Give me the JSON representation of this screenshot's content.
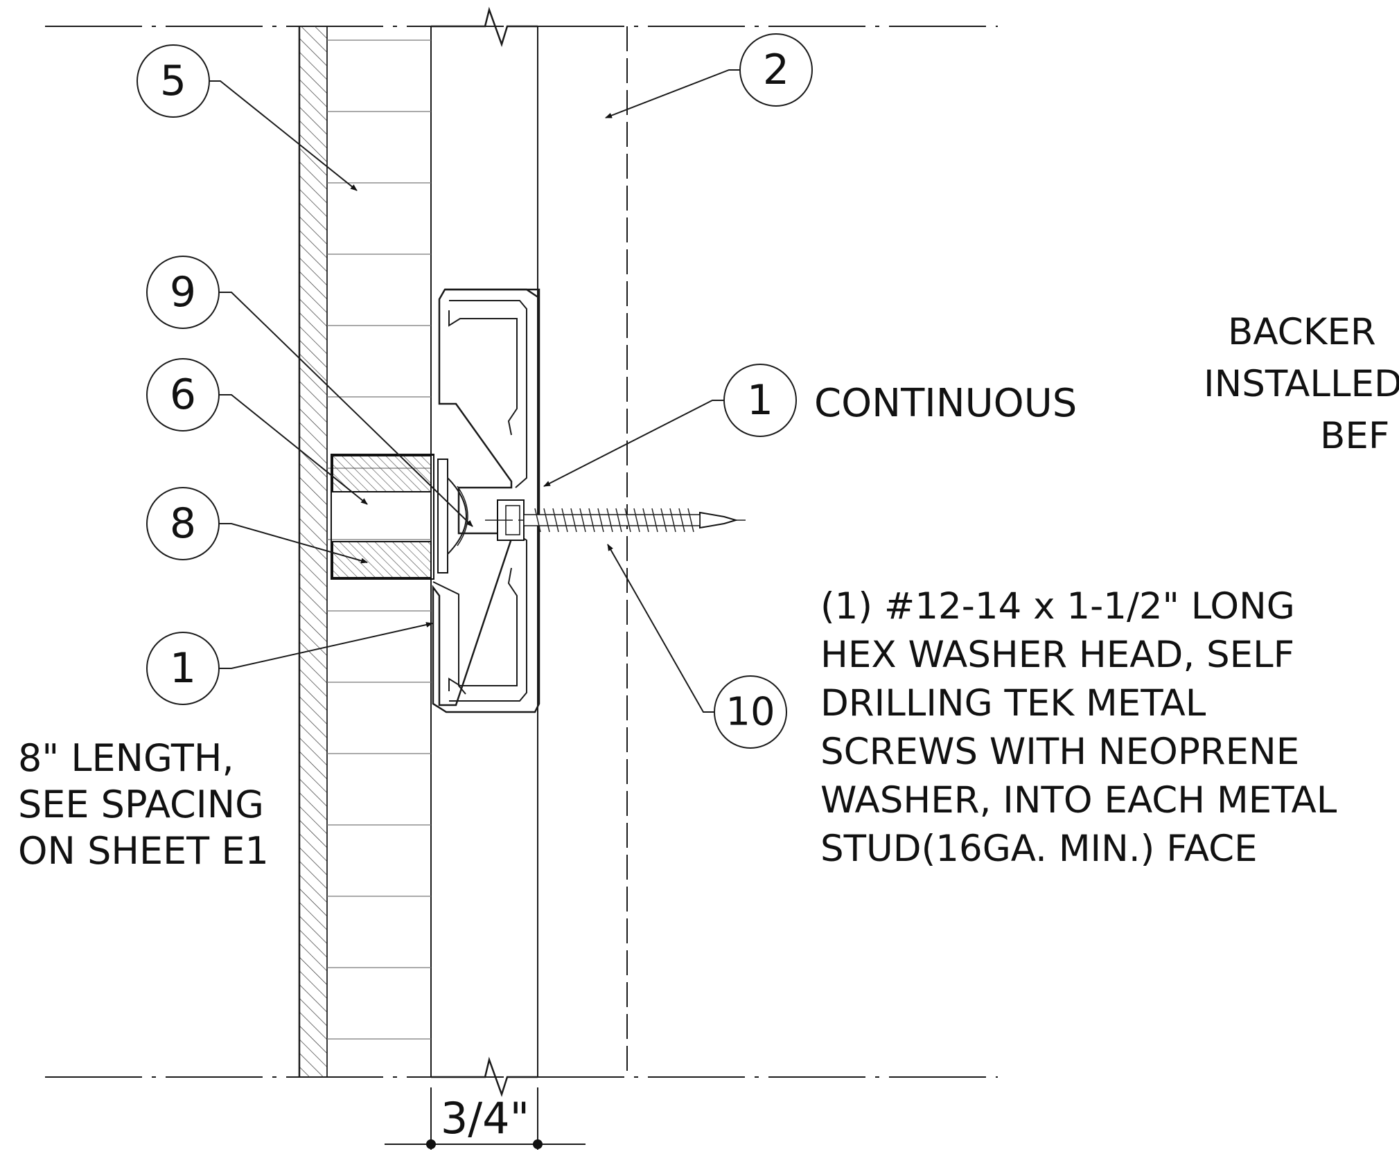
{
  "callouts": {
    "c5": "5",
    "c2": "2",
    "c9": "9",
    "c6": "6",
    "c1_top": "1",
    "c8": "8",
    "c1_bottom": "1",
    "c10": "10"
  },
  "notes": {
    "continuous": "CONTINUOUS",
    "length_lines": [
      "8\" LENGTH,",
      "SEE SPACING",
      "ON SHEET E1"
    ],
    "screw_lines": [
      "(1) #12-14 x 1-1/2\" LONG",
      "HEX WASHER HEAD, SELF",
      "DRILLING TEK METAL",
      "SCREWS WITH NEOPRENE",
      "WASHER, INTO EACH METAL",
      "STUD(16GA. MIN.) FACE"
    ],
    "backer_lines": [
      "BACKER",
      "INSTALLED",
      "BEF"
    ]
  },
  "dimension": {
    "label": "3/4\""
  }
}
